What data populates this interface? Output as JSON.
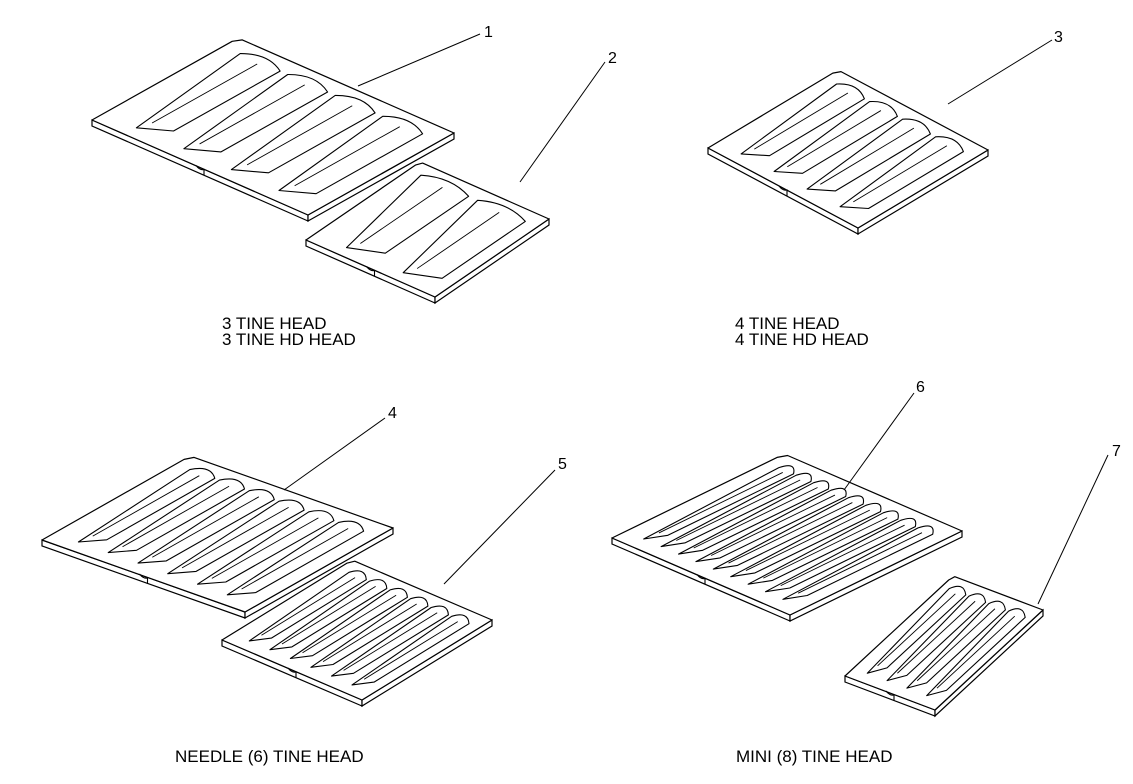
{
  "callouts": [
    "1",
    "2",
    "3",
    "4",
    "5",
    "6",
    "7"
  ],
  "groups": [
    {
      "id": "three-tine",
      "lines": [
        "3 TINE HEAD",
        "3 TINE HD HEAD"
      ]
    },
    {
      "id": "four-tine",
      "lines": [
        "4 TINE HEAD",
        "4 TINE HD HEAD"
      ]
    },
    {
      "id": "needle",
      "lines": [
        "NEEDLE (6) TINE HEAD"
      ]
    },
    {
      "id": "mini",
      "lines": [
        "MINI (8) TINE HEAD"
      ]
    }
  ],
  "parts": [
    {
      "callout": "1",
      "tines": 4
    },
    {
      "callout": "2",
      "tines": 2
    },
    {
      "callout": "3",
      "tines": 4
    },
    {
      "callout": "4",
      "tines": 6
    },
    {
      "callout": "5",
      "tines": 6
    },
    {
      "callout": "6",
      "tines": 9
    },
    {
      "callout": "7",
      "tines": 4
    }
  ]
}
